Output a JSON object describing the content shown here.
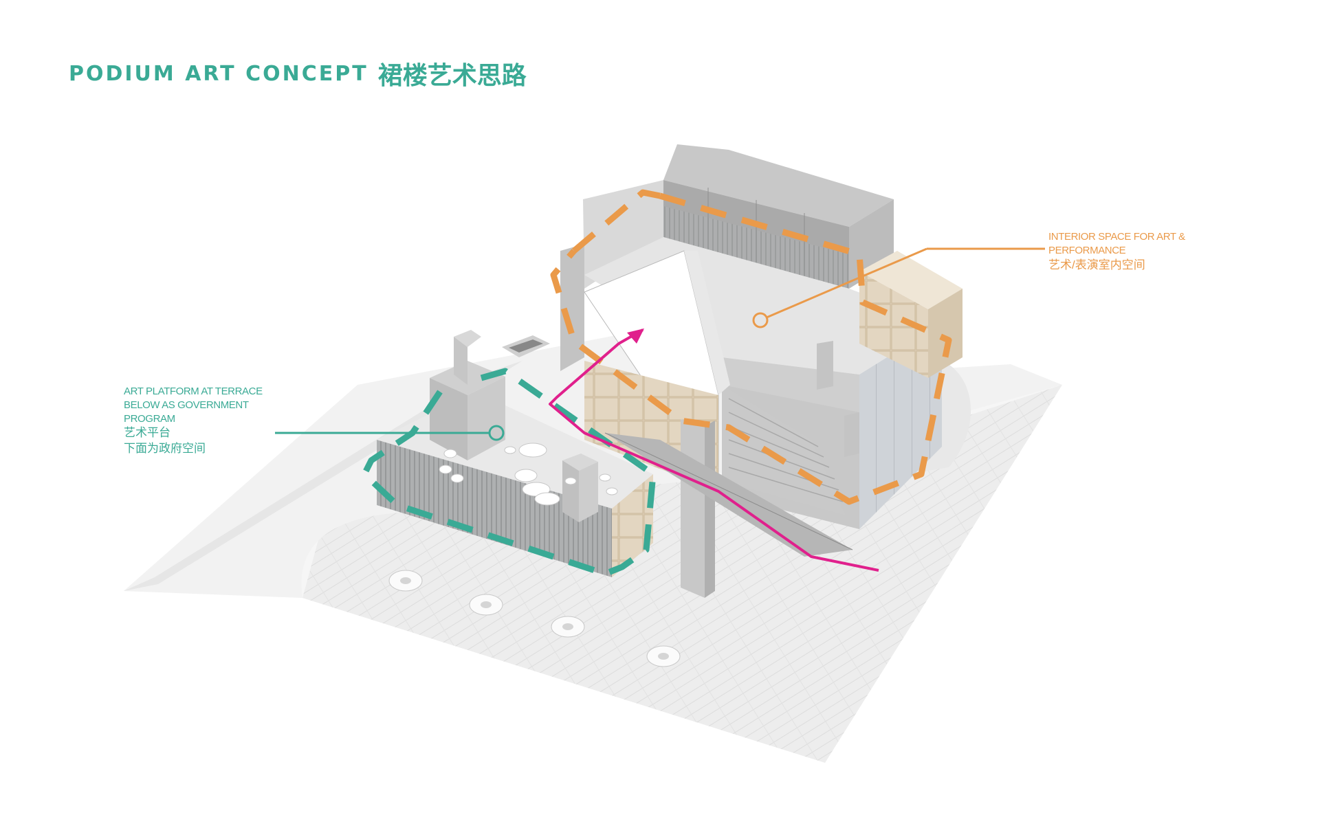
{
  "title": {
    "en": "PODIUM ART CONCEPT",
    "zh": "裙楼艺术思路"
  },
  "colors": {
    "teal": "#3aaa95",
    "orange": "#ea9a4a",
    "magenta": "#e0208c"
  },
  "annotations": {
    "art_platform": {
      "en_lines": [
        "ART PLATFORM AT TERRACE",
        "BELOW AS GOVERNMENT",
        "PROGRAM"
      ],
      "zh_lines": [
        "艺术平台",
        "下面为政府空间"
      ]
    },
    "interior_space": {
      "en_lines": [
        "INTERIOR SPACE FOR ART &",
        "PERFORMANCE"
      ],
      "zh_lines": [
        "艺术/表演室内空间"
      ]
    }
  }
}
